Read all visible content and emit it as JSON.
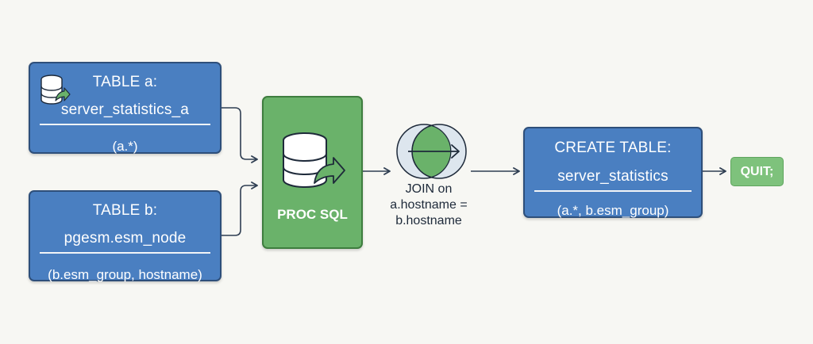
{
  "table_a": {
    "title_line1": "TABLE a:",
    "title_line2": "server_statistics_a",
    "columns": "(a.*)",
    "icon": "database-export-icon"
  },
  "table_b": {
    "title_line1": "TABLE b:",
    "title_line2": "pgesm.esm_node",
    "columns": "(b.esm_group, hostname)"
  },
  "proc_sql": {
    "label": "PROC SQL",
    "icon": "database-export-icon"
  },
  "join": {
    "line1": "JOIN on",
    "line2": "a.hostname =",
    "line3": "b.hostname",
    "icon": "venn-join-icon"
  },
  "create_table": {
    "title_line1": "CREATE TABLE:",
    "title_line2": "server_statistics",
    "columns": "(a.*, b.esm_group)"
  },
  "quit": {
    "label": "QUIT;"
  },
  "colors": {
    "table_fill": "#4a7fc1",
    "proc_fill": "#6ab26a",
    "quit_fill": "#7ec27c",
    "join_overlap": "#6ab26a",
    "arrow": "#2f3e52"
  }
}
